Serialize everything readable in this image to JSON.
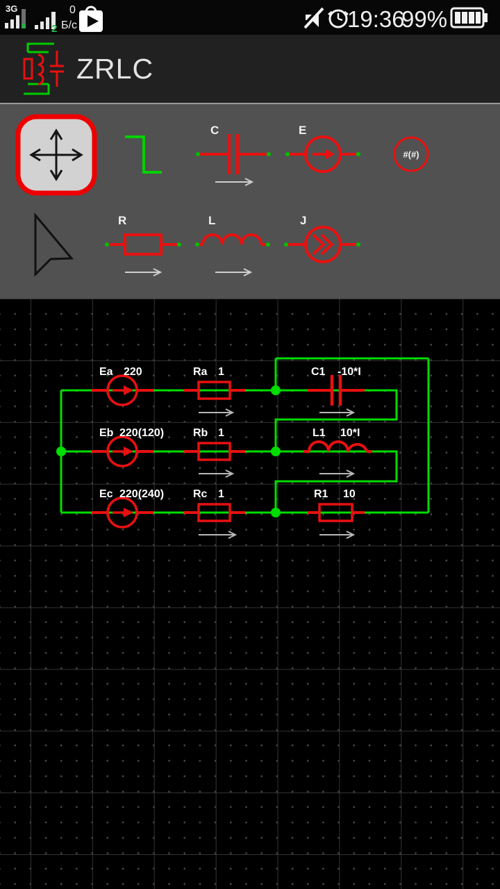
{
  "status_bar": {
    "network_type": "3G",
    "sim2_badge": "2",
    "speed_value": "0",
    "speed_unit": "Б/с",
    "time": "19:36",
    "battery_percent": "99%"
  },
  "header": {
    "app_title": "ZRLC"
  },
  "toolbar": {
    "capacitor_label": "C",
    "voltage_source_label": "E",
    "function_source_label": "#(#)",
    "resistor_label": "R",
    "inductor_label": "L",
    "current_source_label": "J"
  },
  "circuit": {
    "rows": [
      {
        "source_name": "Ea",
        "source_value": "220",
        "resistor_name": "Ra",
        "resistor_value": "1",
        "load_name": "C1",
        "load_value": "-10*I"
      },
      {
        "source_name": "Eb",
        "source_value": "220(120)",
        "resistor_name": "Rb",
        "resistor_value": "1",
        "load_name": "L1",
        "load_value": "10*I"
      },
      {
        "source_name": "Ec",
        "source_value": "220(240)",
        "resistor_name": "Rc",
        "resistor_value": "1",
        "load_name": "R1",
        "load_value": "10"
      }
    ]
  },
  "colors": {
    "wire_green": "#00dd00",
    "component_red": "#e81010",
    "selection_border_red": "#ee0000",
    "toolbar_gray": "#515151",
    "header_dark": "#212121",
    "canvas_black": "#000000"
  }
}
